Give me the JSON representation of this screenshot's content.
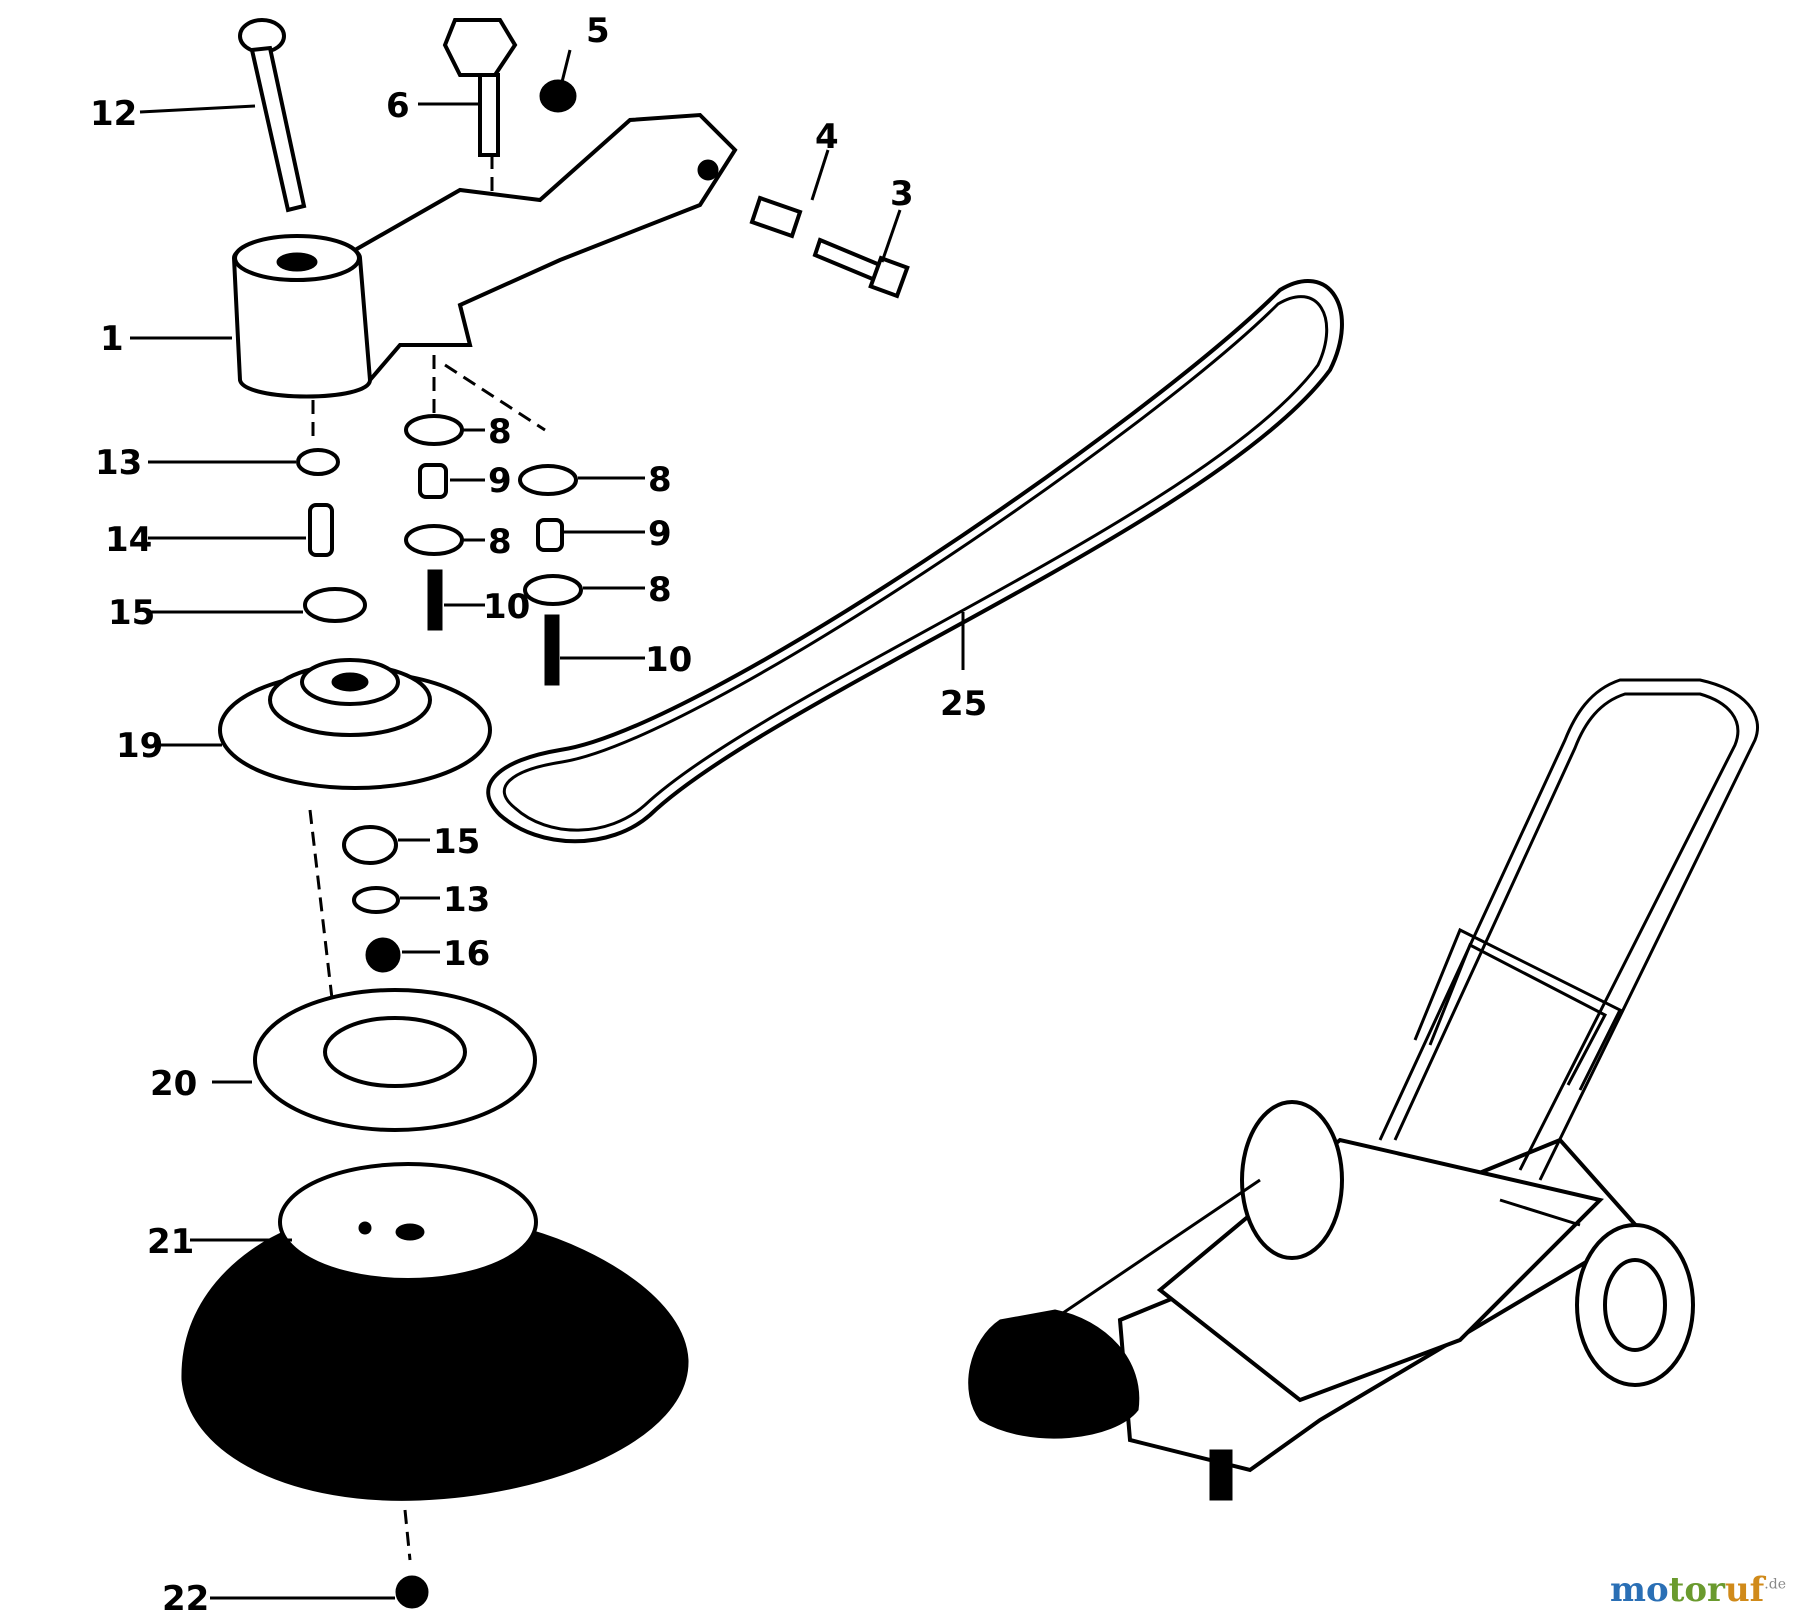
{
  "callouts": [
    "1",
    "3",
    "4",
    "5",
    "6",
    "8",
    "8",
    "8",
    "8",
    "9",
    "9",
    "10",
    "10",
    "12",
    "13",
    "13",
    "14",
    "15",
    "15",
    "16",
    "19",
    "20",
    "21",
    "22",
    "25"
  ],
  "watermark": {
    "part1": "mo",
    "part2": "tor",
    "part3": "uf",
    "suffix": ".de"
  }
}
